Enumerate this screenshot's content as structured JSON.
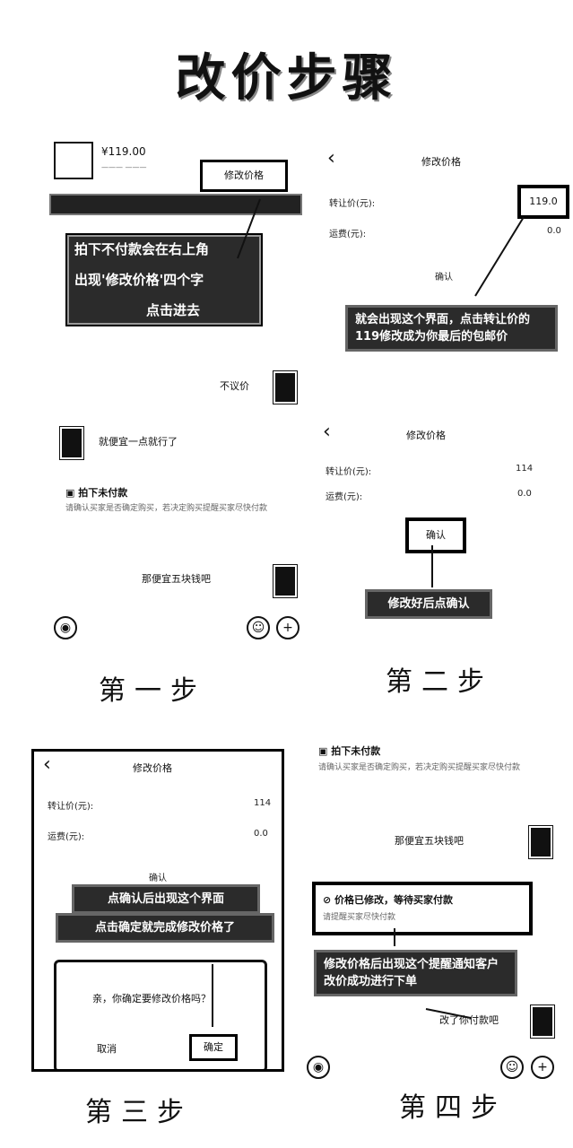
{
  "title": "改价步骤",
  "steps": {
    "s1": "第一步",
    "s2": "第二步",
    "s3": "第三步",
    "s4": "第四步"
  },
  "panel1": {
    "price": "¥119.00",
    "edit_price_button": "修改价格",
    "callout": [
      "拍下不付款会在右上角",
      "出现'修改价格'四个字",
      "点击进去"
    ],
    "chat1": "不议价",
    "chat2": "就便宜一点就行了",
    "unpaid_title": "拍下未付款",
    "unpaid_desc": "请确认买家是否确定购买，若决定购买提醒买家尽快付款",
    "chat3": "那便宜五块钱吧"
  },
  "panel2": {
    "header": "修改价格",
    "transfer_label": "转让价(元):",
    "transfer_value": "119.0",
    "shipping_label": "运费(元):",
    "shipping_value": "0.0",
    "confirm": "确认",
    "callout": "就会出现这个界面，点击转让价的119修改成为你最后的包邮价"
  },
  "panel3": {
    "header": "修改价格",
    "transfer_label": "转让价(元):",
    "transfer_value": "114",
    "shipping_label": "运费(元):",
    "shipping_value": "0.0",
    "confirm": "确认",
    "callout": "修改好后点确认"
  },
  "panel4": {
    "header": "修改价格",
    "transfer_label": "转让价(元):",
    "transfer_value": "114",
    "shipping_label": "运费(元):",
    "shipping_value": "0.0",
    "confirm": "确认",
    "callout_line1": "点确认后出现这个界面",
    "callout_line2": "点击确定就完成修改价格了",
    "dialog_text": "亲，你确定要修改价格吗？",
    "cancel": "取消",
    "ok": "确定"
  },
  "panel5": {
    "unpaid_title": "拍下未付款",
    "unpaid_desc": "请确认买家是否确定购买，若决定购买提醒买家尽快付款",
    "chat": "那便宜五块钱吧",
    "notice_title": "价格已修改，等待买家付款",
    "notice_desc": "请提醒买家尽快付款",
    "callout": "修改价格后出现这个提醒通知客户改价成功进行下单",
    "chat2": "改了你付款吧"
  }
}
